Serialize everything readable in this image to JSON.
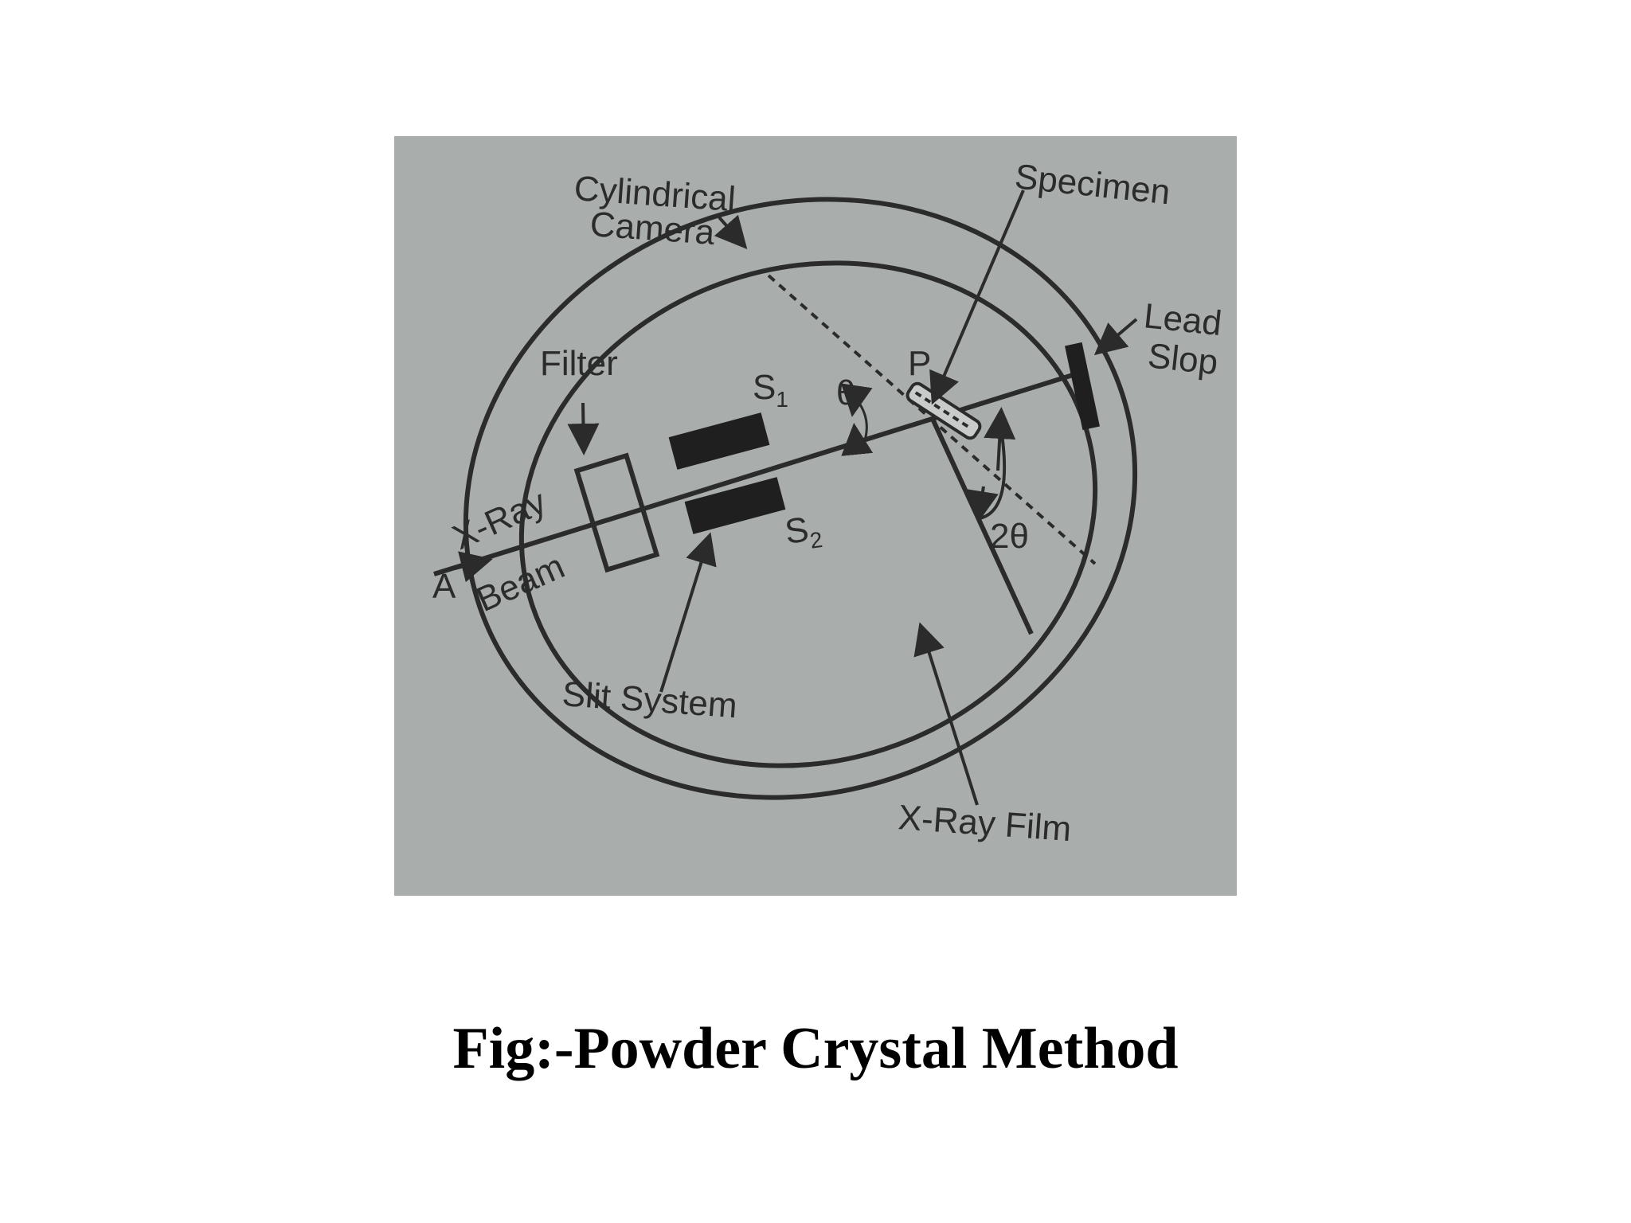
{
  "figure": {
    "labels": {
      "cylindrical": "Cylindrical",
      "camera": "Camera",
      "specimen": "Specimen",
      "lead": "Lead",
      "slop": "Slop",
      "filter": "Filter",
      "p": "P",
      "s": "S",
      "s1_sub": "1",
      "s2_sub": "2",
      "theta": "θ",
      "two_theta": "2θ",
      "xray": "X-Ray",
      "beam": "Beam",
      "a": "A",
      "slit_system": "Slit System",
      "xray_film": "X-Ray Film"
    },
    "colors": {
      "panel_bg": "#a9adab",
      "ink": "#2b2b2b"
    }
  },
  "caption": "Fig:-Powder Crystal Method"
}
